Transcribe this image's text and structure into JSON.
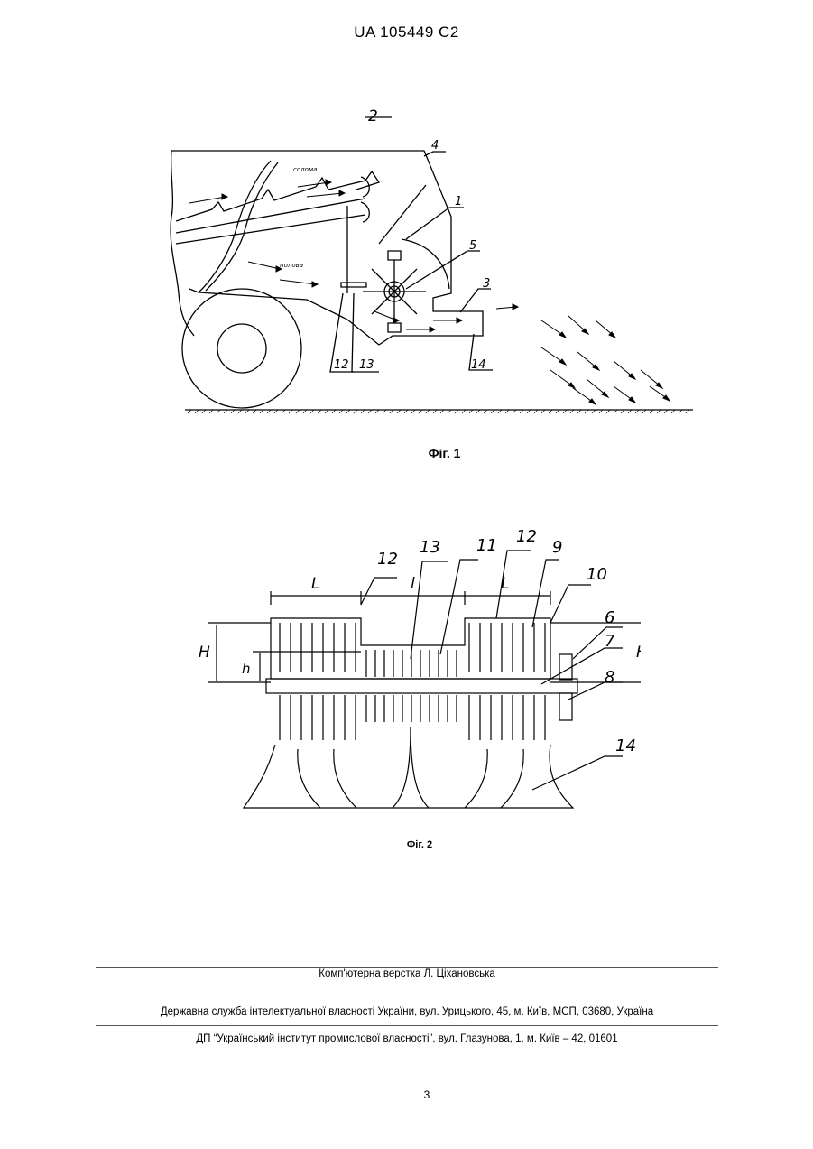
{
  "header": {
    "patent_id": "UA   105449   C2"
  },
  "figure1": {
    "caption": "Фіг. 1",
    "labels": [
      "2",
      "4",
      "1",
      "5",
      "3",
      "12",
      "13",
      "14"
    ],
    "text_straw": "солома",
    "text_chaff": "полова"
  },
  "figure2": {
    "caption": "Фіг. 2",
    "labels": [
      "12",
      "13",
      "11",
      "12",
      "9",
      "10",
      "6",
      "7",
      "8",
      "14"
    ],
    "dims": {
      "L1": "L",
      "l": "l",
      "L2": "L",
      "H_left": "H",
      "h": "h",
      "H_right": "H"
    }
  },
  "footer": {
    "layout_credit": "Комп'ютерна верстка Л. Ціхановська",
    "agency": "Державна служба інтелектуальної власності України, вул. Урицького, 45, м. Київ, МСП, 03680, Україна",
    "institute": "ДП “Український інститут промислової власності”, вул. Глазунова, 1, м. Київ – 42, 01601"
  },
  "page_number": "3"
}
